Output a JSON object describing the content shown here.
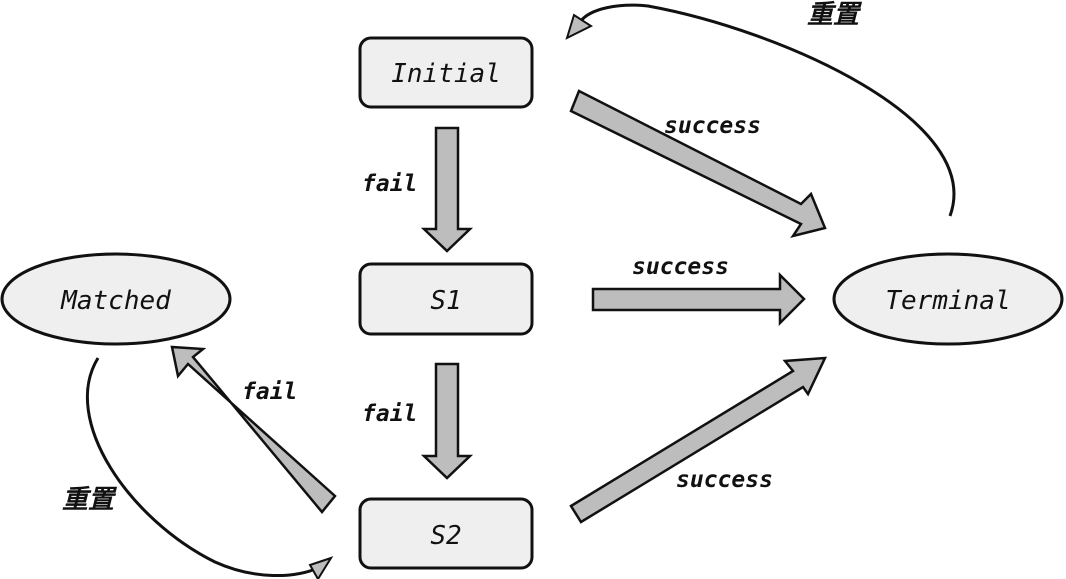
{
  "nodes": {
    "initial": "Initial",
    "s1": "S1",
    "s2": "S2",
    "matched": "Matched",
    "terminal": "Terminal"
  },
  "edges": {
    "initial_to_terminal": "success",
    "initial_to_s1": "fail",
    "s1_to_terminal": "success",
    "s1_to_s2": "fail",
    "s2_to_matched": "fail",
    "s2_to_terminal": "success",
    "terminal_to_initial": "重置",
    "matched_to_s2": "重置"
  },
  "colors": {
    "node_fill": "#efefef",
    "arrow_fill": "#bdbdbd",
    "stroke": "#111111"
  }
}
